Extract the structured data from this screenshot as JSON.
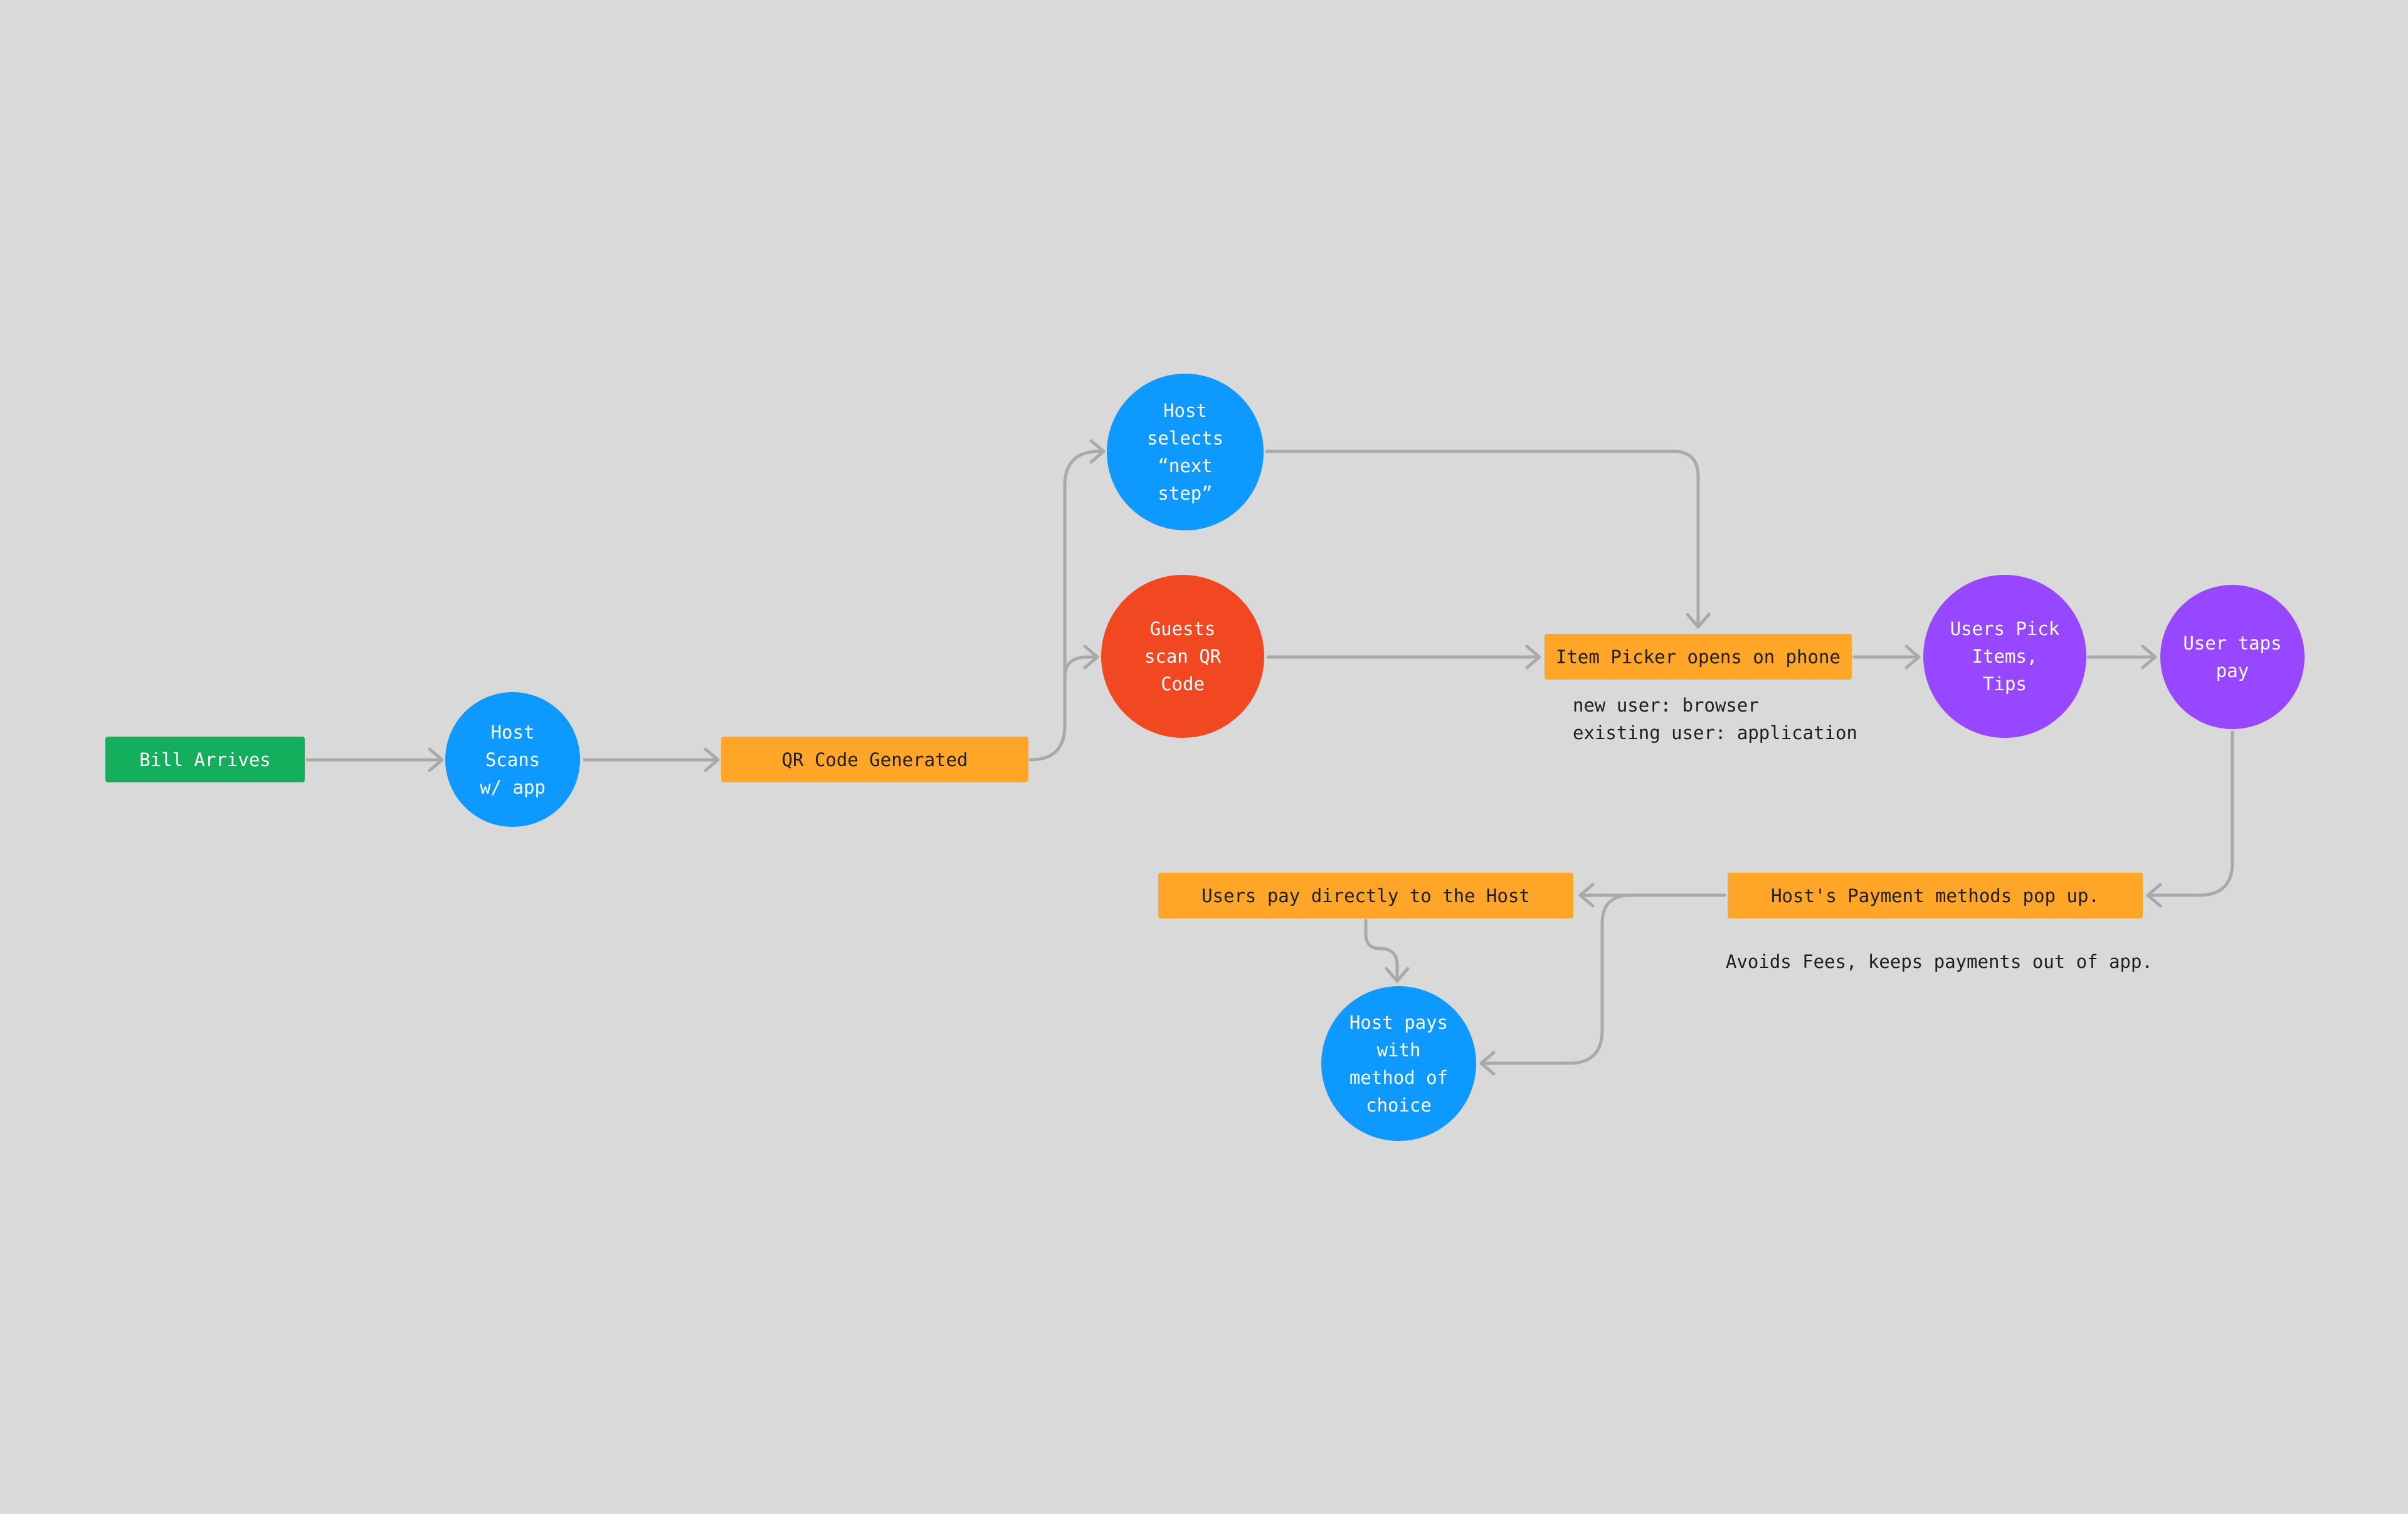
{
  "nodes": {
    "bill_arrives": "Bill Arrives",
    "host_scans": "Host\nScans\nw/ app",
    "qr_generated": "QR Code Generated",
    "host_selects": "Host\nselects\n“next\nstep”",
    "guests_scan": "Guests\nscan QR\nCode",
    "item_picker": "Item Picker opens on phone",
    "users_pick": "Users Pick\nItems,\nTips",
    "user_taps_pay": "User taps\npay",
    "payment_methods": "Host's Payment methods pop up.",
    "users_pay_host": "Users pay directly to the Host",
    "host_pays": "Host pays\nwith\nmethod of\nchoice"
  },
  "notes": {
    "item_picker": "new user: browser\nexisting user: application",
    "payment_methods": "Avoids Fees, keeps payments out of app."
  },
  "colors": {
    "green": "#14ae5c",
    "orange": "#ffa629",
    "blue": "#0d99ff",
    "red": "#f24822",
    "purple": "#9747ff",
    "connector": "#a9a9a9",
    "background": "#d9d9d9"
  }
}
